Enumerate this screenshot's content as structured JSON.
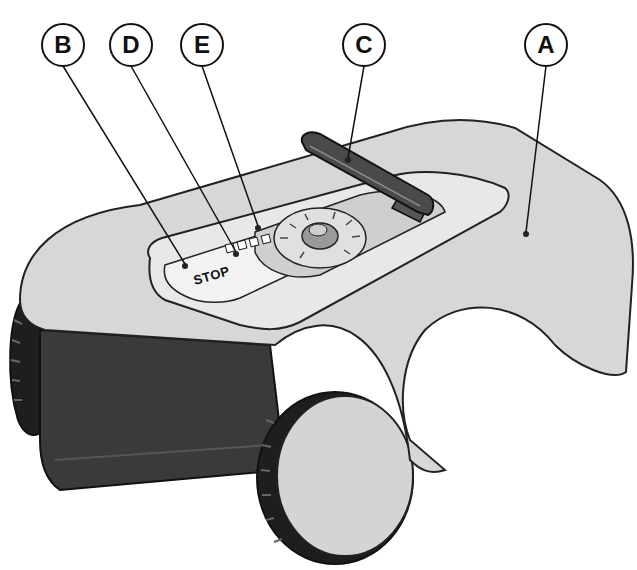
{
  "diagram": {
    "labels": [
      "B",
      "D",
      "E",
      "C",
      "A",
      "STOP"
    ]
  }
}
